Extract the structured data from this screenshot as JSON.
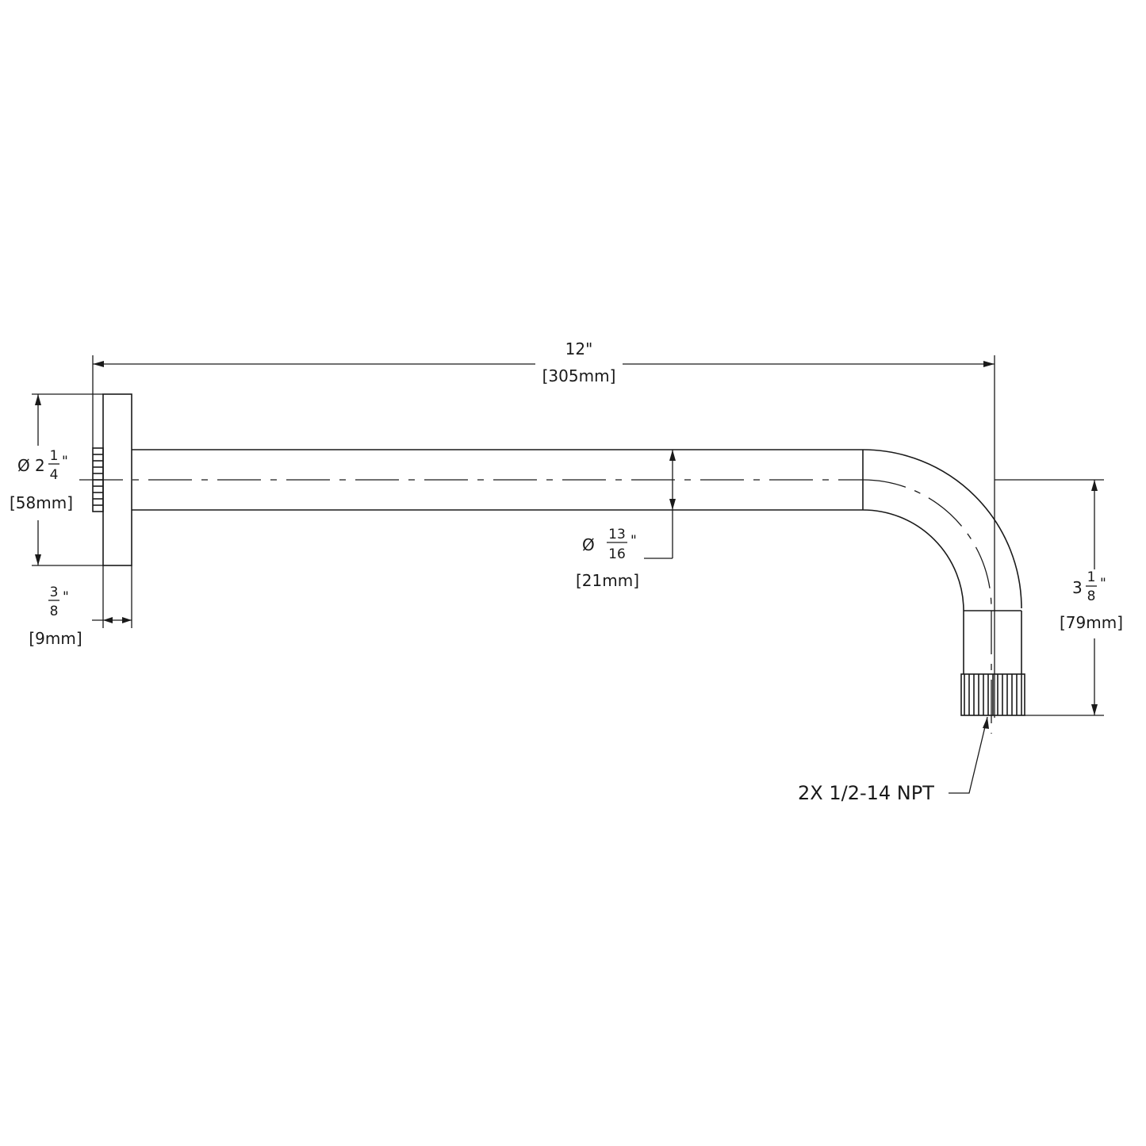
{
  "dimensions": {
    "overall_length": {
      "imperial": "12\"",
      "metric": "[305mm]"
    },
    "flange_diameter": {
      "symbol": "Ø",
      "whole": "2",
      "numerator": "1",
      "denominator": "4",
      "inch_mark": "\"",
      "metric": "[58mm]"
    },
    "flange_thickness": {
      "numerator": "3",
      "denominator": "8",
      "inch_mark": "\"",
      "metric": "[9mm]"
    },
    "pipe_diameter": {
      "symbol": "Ø",
      "numerator": "13",
      "denominator": "16",
      "inch_mark": "\"",
      "metric": "[21mm]"
    },
    "drop_height": {
      "whole": "3",
      "numerator": "1",
      "denominator": "8",
      "inch_mark": "\"",
      "metric": "[79mm]"
    }
  },
  "thread_callout": "2X 1/2-14 NPT"
}
